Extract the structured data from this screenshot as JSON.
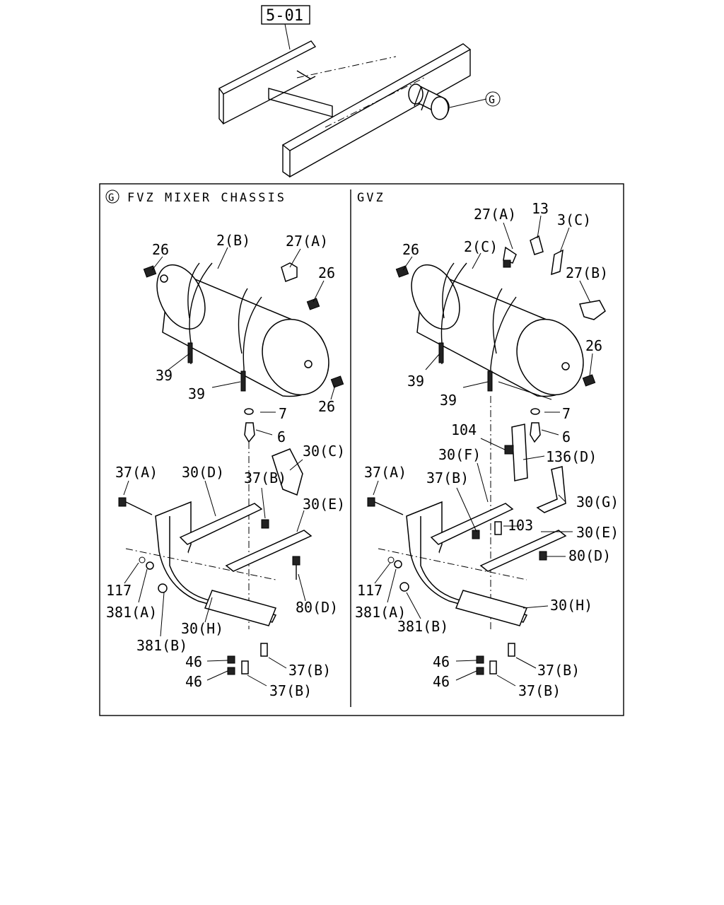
{
  "reference": "5-01",
  "callout_top": "G",
  "left_panel": {
    "marker": "G",
    "title": "FVZ MIXER CHASSIS",
    "labels": [
      "26",
      "2(B)",
      "27(A)",
      "26",
      "39",
      "39",
      "26",
      "7",
      "6",
      "30(C)",
      "37(A)",
      "30(D)",
      "37(B)",
      "30(E)",
      "117",
      "381(A)",
      "381(B)",
      "30(H)",
      "80(D)",
      "46",
      "46",
      "37(B)",
      "37(B)"
    ]
  },
  "right_panel": {
    "title": "GVZ",
    "labels": [
      "27(A)",
      "13",
      "3(C)",
      "26",
      "2(C)",
      "27(B)",
      "26",
      "39",
      "39",
      "7",
      "6",
      "104",
      "30(F)",
      "136(D)",
      "37(A)",
      "37(B)",
      "30(G)",
      "103",
      "30(E)",
      "80(D)",
      "117",
      "381(A)",
      "381(B)",
      "30(H)",
      "46",
      "46",
      "37(B)",
      "37(B)"
    ]
  }
}
